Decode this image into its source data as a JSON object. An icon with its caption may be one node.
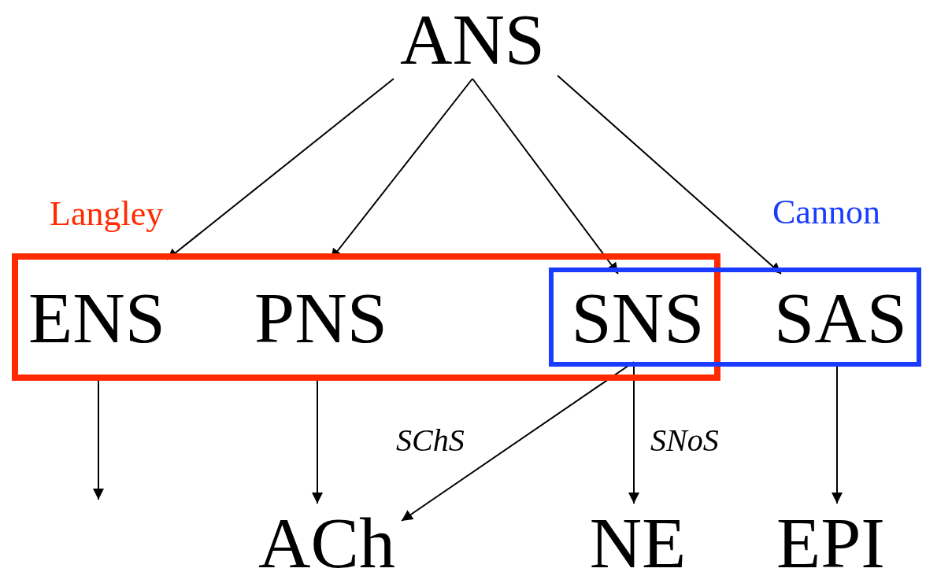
{
  "diagram": {
    "nodes": [
      {
        "text": [
          "ANS"
        ]
      },
      {
        "text": [
          "Langley"
        ]
      },
      {
        "text": [
          "ENS"
        ],
        "in": 1
      },
      {
        "text": [
          "PNS"
        ],
        "in": 1
      },
      {
        "text": [
          "Cannon"
        ]
      },
      {
        "text": [
          "SNS"
        ]
      },
      {
        "text": [
          "SAS"
        ],
        "in": 4
      },
      {
        "text": [
          "ACh"
        ]
      },
      {
        "text": [
          "NE"
        ]
      },
      {
        "text": [
          "EPI"
        ]
      }
    ],
    "edges": [
      {
        "from": 0,
        "to": 2,
        "arrow": "to"
      },
      {
        "from": 0,
        "to": 3,
        "arrow": "to"
      },
      {
        "from": 0,
        "to": 5,
        "arrow": "to"
      },
      {
        "from": 0,
        "to": 6,
        "arrow": "to"
      },
      {
        "from": 2,
        "to": null,
        "arrow": "to"
      },
      {
        "from": 3,
        "to": 7,
        "arrow": "to"
      },
      {
        "from": 5,
        "to": 7,
        "arrow": "to",
        "label": "SChS"
      },
      {
        "from": 5,
        "to": 8,
        "arrow": "to",
        "label": "SNoS"
      },
      {
        "from": 6,
        "to": 9,
        "arrow": "to"
      }
    ]
  }
}
